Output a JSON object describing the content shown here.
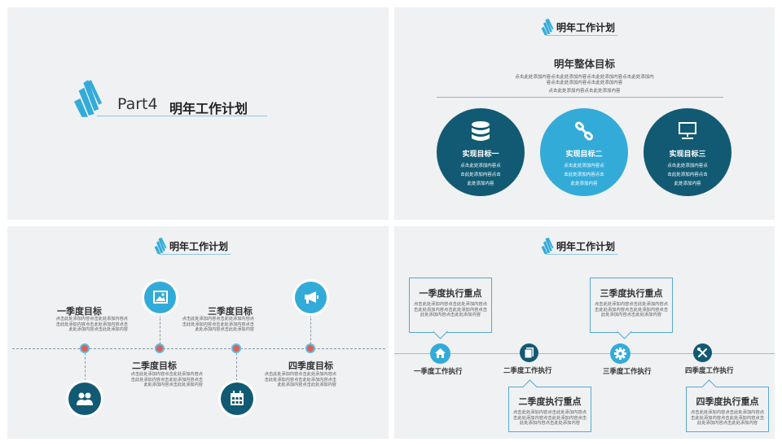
{
  "colors": {
    "dark": "#125a73",
    "blue": "#33abd9",
    "accent": "#d9605a",
    "slide_bg": "#eff1f3"
  },
  "slide1": {
    "part": "Part4",
    "title": "明年工作计划"
  },
  "slide2": {
    "header": "明年工作计划",
    "heading": "明年整体目标",
    "desc1": "点击此处添加内容点击此处添加内容点击此处添加内容点击此处添加内",
    "desc2": "容点击此处添加内容点击此处添加内容",
    "desc3": "点击此处添加内容点击此处添加内容",
    "goals": [
      {
        "title": "实现目标一",
        "icon": "database-icon",
        "l1": "点击此处添加内容点",
        "l2": "击此处添加内容点击",
        "l3": "此处添加内容"
      },
      {
        "title": "实现目标二",
        "icon": "link-icon",
        "l1": "点击此处添加内容点",
        "l2": "击此处添加内容点击",
        "l3": "此处添加内容"
      },
      {
        "title": "实现目标三",
        "icon": "computer-icon",
        "l1": "点击此处添加内容点",
        "l2": "击此处添加内容点击",
        "l3": "此处添加内容"
      }
    ]
  },
  "slide3": {
    "header": "明年工作计划",
    "q": [
      {
        "title": "一季度目标",
        "icon": "users-icon",
        "l1": "点击此处添加内容点击此处添加内容点",
        "l2": "击此处添加内容点击此处添加内容点击",
        "l3": "此处添加内容点击此处添加内容"
      },
      {
        "title": "二季度目标",
        "icon": "image-icon",
        "l1": "点击此处添加内容点击此处添加内容点",
        "l2": "击此处添加内容点击此处添加内容点击",
        "l3": "此处添加内容点击此处添加内容"
      },
      {
        "title": "三季度目标",
        "icon": "calendar-icon",
        "l1": "点击此处添加内容点击此处添加内容点",
        "l2": "击此处添加内容点击此处添加内容点击",
        "l3": "此处添加内容点击此处添加内容"
      },
      {
        "title": "四季度目标",
        "icon": "megaphone-icon",
        "l1": "点击此处添加内容点击此处添加内容点",
        "l2": "击此处添加内容点击此处添加内容点击",
        "l3": "此处添加内容点击此处添加内容"
      }
    ]
  },
  "slide4": {
    "header": "明年工作计划",
    "boxes": [
      {
        "title": "一季度执行重点",
        "l1": "点击此处添加内容点击此处添加内容点",
        "l2": "击此处添加内容点击此处添加内容点击",
        "l3": "此处添加内容点击此处添加内容"
      },
      {
        "title": "二季度执行重点",
        "l1": "点击此处添加内容点击此处添加内容点",
        "l2": "击此处添加内容点击此处添加内容点击",
        "l3": "此处添加内容点击此处添加内容"
      },
      {
        "title": "三季度执行重点",
        "l1": "点击此处添加内容点击此处添加内容点",
        "l2": "击此处添加内容点击此处添加内容点击",
        "l3": "此处添加内容点击此处添加内容"
      },
      {
        "title": "四季度执行重点",
        "l1": "点击此处添加内容点击此处添加内容点",
        "l2": "击此处添加内容点击此处添加内容点击",
        "l3": "此处添加内容点击此处添加内容"
      }
    ],
    "steps": [
      {
        "label": "一季度工作执行",
        "icon": "home-icon"
      },
      {
        "label": "二季度工作执行",
        "icon": "document-icon"
      },
      {
        "label": "三季度工作执行",
        "icon": "gear-icon"
      },
      {
        "label": "四季度工作执行",
        "icon": "tools-icon"
      }
    ]
  }
}
